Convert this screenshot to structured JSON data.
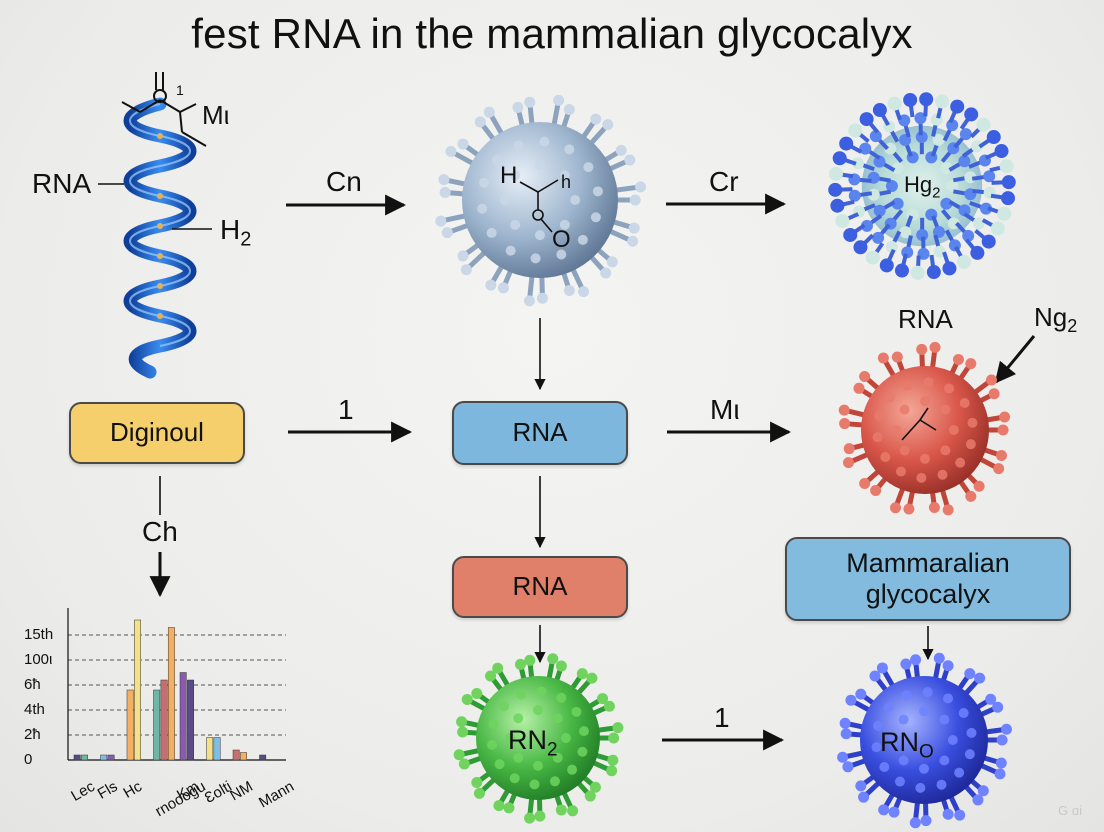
{
  "title": "fest RNA in the mammalian glycocalyx",
  "helix": {
    "rna_label": "RNA",
    "h2_label": "H",
    "h2_sub": "2",
    "mi_label": "Mι",
    "small_one": "1"
  },
  "arrows": {
    "cn": "Cn",
    "cr": "Cr",
    "one_a": "1",
    "mi": "Mι",
    "ch": "Ch",
    "one_b": "1"
  },
  "boxes": {
    "digi": "Diginoul",
    "rna_blue": "RNA",
    "rna_red": "RNA",
    "mamm_line1": "Mammaralian",
    "mamm_line2": "glycocalyx"
  },
  "spheres": {
    "grey_h_left": "H",
    "grey_h_right": "h",
    "grey_o": "O",
    "lattice_label": "Hg",
    "lattice_sub": "2",
    "red_rna_label": "RNA",
    "ng_label": "Ng",
    "ng_sub": "2",
    "green_label": "RN",
    "green_sub": "2",
    "blue_label": "RN",
    "blue_sub": "O"
  },
  "bar_chart": {
    "y_ticks": [
      "15th",
      "100ι",
      "6ħ",
      "4th",
      "2ħ",
      "0"
    ],
    "x_labels": [
      "Lec",
      "Fls",
      "Hc",
      "rnooogu",
      "Km",
      "Ɛolti",
      "NM",
      "Mann"
    ]
  },
  "chart_data": {
    "type": "bar",
    "categories": [
      "Lec",
      "Fls",
      "Hc",
      "rnooogu",
      "Km",
      "Ɛolti",
      "NM",
      "Mann"
    ],
    "y_tick_labels": [
      "0",
      "2ħ",
      "4th",
      "6ħ",
      "100ι",
      "15th"
    ],
    "series": [
      {
        "values": [
          0.2,
          0.2,
          2.8,
          2.8,
          3.5,
          0.9,
          0.4,
          0.2
        ]
      },
      {
        "values": [
          0.2,
          0.2,
          5.6,
          3.2,
          3.2,
          0.9,
          0.3,
          0.0
        ]
      },
      {
        "values": [
          0.0,
          0.0,
          0.0,
          5.3,
          0.0,
          0.0,
          0.0,
          0.0
        ]
      }
    ],
    "colors": [
      "#5a4b86",
      "#7fbfe6",
      "#f4b060",
      "#6fb6a6",
      "#8a5aae",
      "#f4e08a",
      "#c47070"
    ],
    "grid": true
  },
  "watermark": "G ɑi"
}
